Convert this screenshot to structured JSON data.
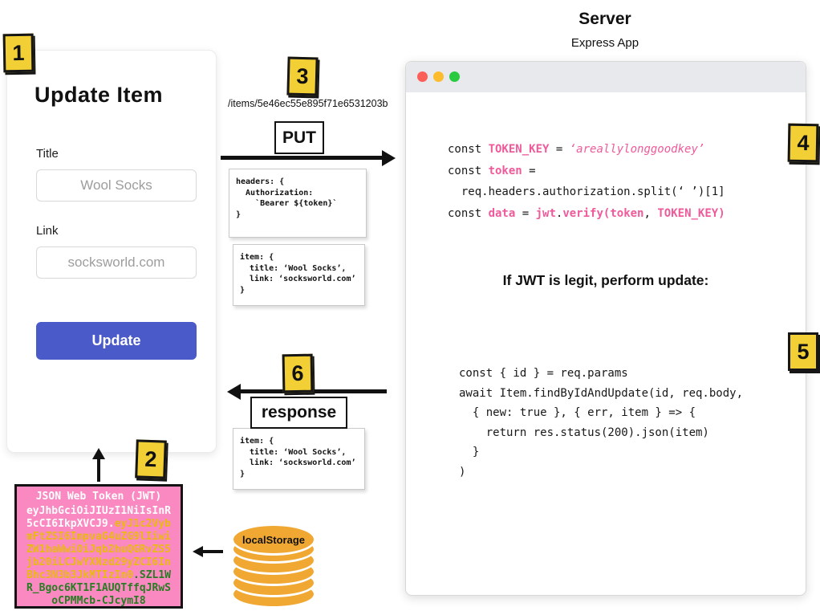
{
  "badges": {
    "b1": "1",
    "b2": "2",
    "b3": "3",
    "b4": "4",
    "b5": "5",
    "b6": "6"
  },
  "form": {
    "title": "Update Item",
    "fields": [
      {
        "label": "Title",
        "placeholder": "Wool Socks"
      },
      {
        "label": "Link",
        "placeholder": "socksworld.com"
      }
    ],
    "submit_label": "Update"
  },
  "request": {
    "url": "/items/5e46ec55e895f71e6531203b",
    "method_label": "PUT",
    "headers_card": [
      "headers: {",
      "  Authorization:",
      "    `Bearer ${token}`",
      "}"
    ],
    "body_card": [
      "item: {",
      "  title: ‘Wool Socks’,",
      "  link: ‘socksworld.com’",
      "}"
    ]
  },
  "response": {
    "label": "response",
    "body_card": [
      "item: {",
      "  title: ‘Wool Socks’,",
      "  link: ‘socksworld.com’",
      "}"
    ]
  },
  "server": {
    "title": "Server",
    "subtitle": "Express App",
    "window_note": "If JWT is legit, perform update:",
    "code_block_1": {
      "l1": {
        "kw": "const ",
        "name": "TOKEN_KEY",
        "op": " = ",
        "str": "‘areallylonggoodkey’"
      },
      "l2": {
        "kw": "const ",
        "name": "token",
        "op": " ="
      },
      "l3": "  req.headers.authorization.split(‘ ’)[1]",
      "l4": {
        "kw": "const ",
        "name": "data",
        "op": " = ",
        "obj": "jwt",
        "dot": ".",
        "method": "verify(",
        "arg1": "token",
        "sep": ", ",
        "arg2": "TOKEN_KEY",
        "close": ")"
      }
    },
    "code_block_2": [
      "const { id } = req.params",
      "await Item.findByIdAndUpdate(id, req.body,",
      "  { new: true }, { err, item } => {",
      "    return res.status(200).json(item)",
      "  }",
      ")"
    ]
  },
  "jwt_box": {
    "title": "JSON Web Token (JWT)",
    "line1_header": "eyJhbGciOiJIUzI1NiIsInR",
    "line2_header": "5cCI6IkpXVCJ9.",
    "line2_payload": "eyJ1c2Vyb",
    "line3_payload": "mFtZSI6ImpvaG4uZG9lIiwi",
    "line4_payload": "ZW1haWwiOiJqb2huQGRvZS5",
    "line5_payload": "jb20iLCJwYXNzd29yZCI6In",
    "line6_payload": "Bhc3N3b3JkMTIzIn0",
    "line6_signature": ".SZL1W",
    "line7_signature": "R_Bgoc6KT1F1AUQTffqJRwS",
    "line8_signature": "oCPMMcb-CJcymI8"
  },
  "local_storage": {
    "label": "localStorage"
  },
  "colors": {
    "accent_pink": "#ef5a9b",
    "jwt_box_bg": "#fa88c1",
    "jwt_header_text": "#ffffff",
    "jwt_payload_text": "#eaba12",
    "jwt_signature_text": "#287d22",
    "badge_yellow": "#f2cf35",
    "button_blue": "#4a5ac8",
    "cylinder_orange": "#f0a832",
    "traffic_red": "#fc5f57",
    "traffic_yellow": "#fdbc2e",
    "traffic_green": "#29c940"
  }
}
